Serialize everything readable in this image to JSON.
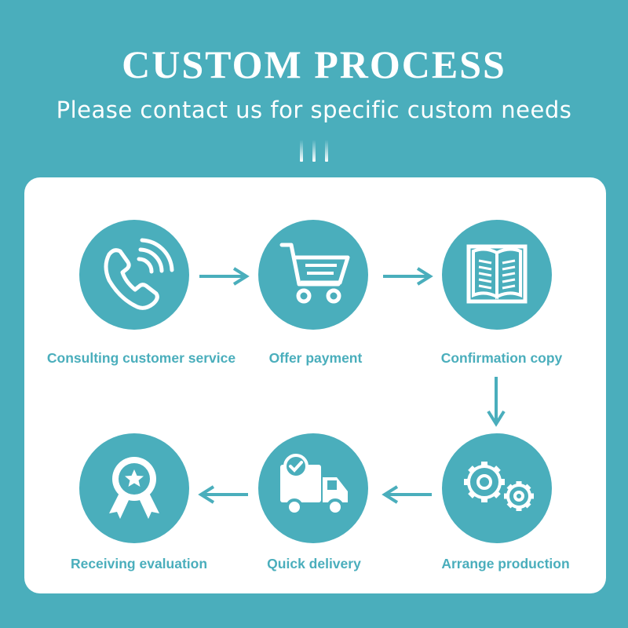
{
  "header": {
    "title": "CUSTOM PROCESS",
    "subtitle": "Please contact us for specific custom needs"
  },
  "colors": {
    "background": "#4aaebc",
    "card": "#ffffff",
    "accent": "#4aaebc"
  },
  "steps": [
    {
      "label": "Consulting customer service",
      "icon": "phone-icon"
    },
    {
      "label": "Offer payment",
      "icon": "shopping-cart-icon"
    },
    {
      "label": "Confirmation copy",
      "icon": "open-book-icon"
    },
    {
      "label": "Arrange production",
      "icon": "gears-icon"
    },
    {
      "label": "Quick delivery",
      "icon": "delivery-truck-icon"
    },
    {
      "label": "Receiving evaluation",
      "icon": "award-badge-icon"
    }
  ]
}
